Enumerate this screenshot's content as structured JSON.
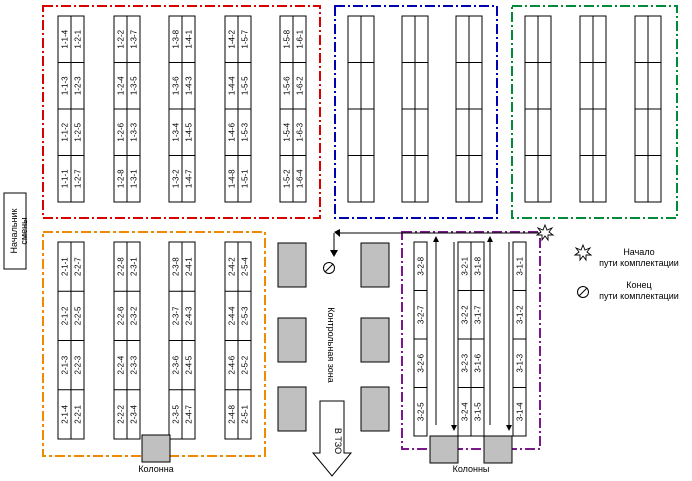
{
  "colors": {
    "zone1": "#d90000",
    "zone_blue": "#0000b0",
    "zone_green": "#008a3a",
    "zone2": "#f08a00",
    "zone3": "#7a1a8a",
    "block": "#c0c0c0",
    "line": "#000000"
  },
  "labels": {
    "shift_head": "Начальник смены",
    "control_zone": "Контрольная зона",
    "tzo": "В ТЗО",
    "column": "Колонна",
    "columns": "Колонны"
  },
  "legend": {
    "start": "Начало пути комплектации",
    "end": "Конец пути комплектации",
    "start_icon": "star-burst-icon",
    "end_icon": "no-entry-icon"
  },
  "zone1": {
    "racks": [
      {
        "left": [
          "1-1-4",
          "1-1-3",
          "1-1-2",
          "1-1-1"
        ],
        "right": [
          "1-2-1",
          "1-2-3",
          "1-2-5",
          "1-2-7"
        ]
      },
      {
        "left": [
          "1-2-2",
          "1-2-4",
          "1-2-6",
          "1-2-8"
        ],
        "right": [
          "1-3-7",
          "1-3-5",
          "1-3-3",
          "1-3-1"
        ]
      },
      {
        "left": [
          "1-3-8",
          "1-3-6",
          "1-3-4",
          "1-3-2"
        ],
        "right": [
          "1-4-1",
          "1-4-3",
          "1-4-5",
          "1-4-7"
        ]
      },
      {
        "left": [
          "1-4-2",
          "1-4-4",
          "1-4-6",
          "1-4-8"
        ],
        "right": [
          "1-5-7",
          "1-5-5",
          "1-5-3",
          "1-5-1"
        ]
      },
      {
        "left": [
          "1-5-8",
          "1-5-6",
          "1-5-4",
          "1-5-2"
        ],
        "right": [
          "1-6-1",
          "1-6-2",
          "1-6-3",
          "1-6-4"
        ]
      }
    ]
  },
  "zone2": {
    "racks": [
      {
        "left": [
          "2-1-1",
          "2-1-2",
          "2-1-3",
          "2-1-4"
        ],
        "right": [
          "2-2-7",
          "2-2-5",
          "2-2-3",
          "2-2-1"
        ]
      },
      {
        "left": [
          "2-2-8",
          "2-2-6",
          "2-2-4",
          "2-2-2"
        ],
        "right": [
          "2-3-1",
          "2-3-2",
          "2-3-3",
          "2-3-4"
        ]
      },
      {
        "left": [
          "2-3-8",
          "2-3-7",
          "2-3-6",
          "2-3-5"
        ],
        "right": [
          "2-4-1",
          "2-4-3",
          "2-4-5",
          "2-4-7"
        ]
      },
      {
        "left": [
          "2-4-2",
          "2-4-4",
          "2-4-6",
          "2-4-8"
        ],
        "right": [
          "2-5-4",
          "2-5-3",
          "2-5-2",
          "2-5-1"
        ]
      }
    ]
  },
  "zone3": {
    "racks": [
      {
        "left": [],
        "right": [
          "3-2-8",
          "3-2-7",
          "3-2-6",
          "3-2-5"
        ]
      },
      {
        "left": [
          "3-2-1",
          "3-2-2",
          "3-2-3",
          "3-2-4"
        ],
        "right": [
          "3-1-8",
          "3-1-7",
          "3-1-6",
          "3-1-5"
        ]
      },
      {
        "left": [],
        "right": [
          "3-1-1",
          "3-1-2",
          "3-1-3",
          "3-1-4"
        ]
      }
    ]
  }
}
